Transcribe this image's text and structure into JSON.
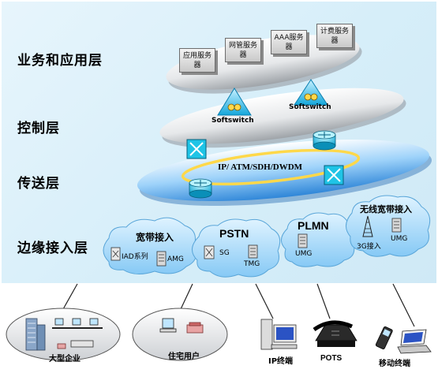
{
  "layers": {
    "service": "业务和应用层",
    "control": "控制层",
    "transport": "传送层",
    "access": "边缘接入层"
  },
  "servers": [
    {
      "label": "应用服务器"
    },
    {
      "label": "网管服务器"
    },
    {
      "label": "AAA服务器"
    },
    {
      "label": "计费服务器"
    }
  ],
  "control": {
    "softswitch_left": "Softswitch",
    "softswitch_right": "Softswitch"
  },
  "transport": {
    "label": "IP/ ATM/SDH/DWDM"
  },
  "access": {
    "broadband": {
      "title": "宽带接入",
      "iad": "IAD系列",
      "amg": "AMG"
    },
    "pstn": {
      "title": "PSTN",
      "sg": "SG",
      "tmg": "TMG"
    },
    "plmn": {
      "title": "PLMN",
      "umg": "UMG"
    },
    "wireless": {
      "title": "无线宽带接入",
      "access_3g": "3G接入",
      "umg": "UMG"
    }
  },
  "users": {
    "enterprise": "大型企业",
    "residential": "住宅用户",
    "ip_terminal": "IP终端",
    "pots": "POTS",
    "mobile": "移动终端"
  },
  "colors": {
    "panel_bg": "#d6eef9",
    "ellipse_gray": "#c4c8cd",
    "ring_blue": "#5da8e6",
    "ring_yellow": "#ffe066",
    "cloud_blue": "#9dd6fb",
    "switch_cyan": "#1fc4e6"
  }
}
